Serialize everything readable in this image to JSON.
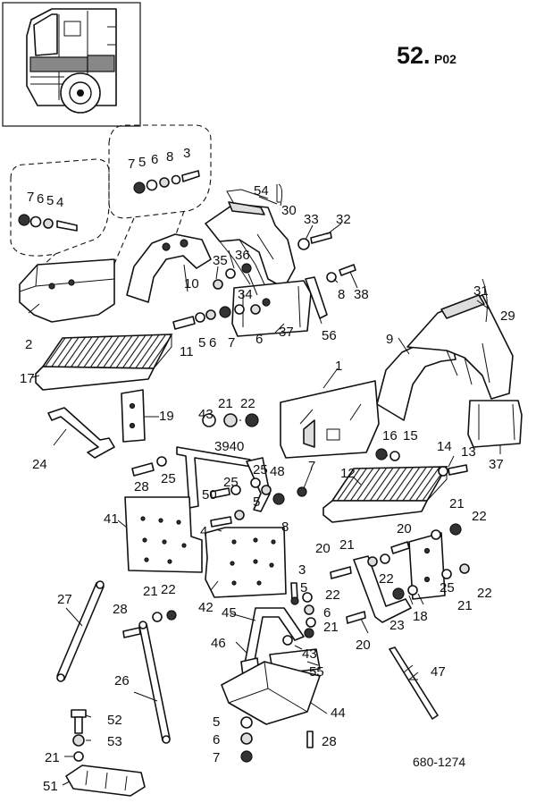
{
  "title": {
    "main": "52.",
    "sub": "P02"
  },
  "reference_number": "680-1274",
  "labels": [
    {
      "id": "l-7a",
      "text": "7"
    },
    {
      "id": "l-6a",
      "text": "6"
    },
    {
      "id": "l-5a",
      "text": "5"
    },
    {
      "id": "l-4a",
      "text": "4"
    },
    {
      "id": "l-7b",
      "text": "7"
    },
    {
      "id": "l-5b",
      "text": "5"
    },
    {
      "id": "l-6b",
      "text": "6"
    },
    {
      "id": "l-8a",
      "text": "8"
    },
    {
      "id": "l-3a",
      "text": "3"
    },
    {
      "id": "l-54",
      "text": "54"
    },
    {
      "id": "l-30",
      "text": "30"
    },
    {
      "id": "l-33",
      "text": "33"
    },
    {
      "id": "l-32",
      "text": "32"
    },
    {
      "id": "l-36",
      "text": "36"
    },
    {
      "id": "l-35",
      "text": "35"
    },
    {
      "id": "l-10",
      "text": "10"
    },
    {
      "id": "l-8b",
      "text": "8"
    },
    {
      "id": "l-38",
      "text": "38"
    },
    {
      "id": "l-34",
      "text": "34"
    },
    {
      "id": "l-56",
      "text": "56"
    },
    {
      "id": "l-37a",
      "text": "37"
    },
    {
      "id": "l-2",
      "text": "2"
    },
    {
      "id": "l-11",
      "text": "11"
    },
    {
      "id": "l-5c",
      "text": "5"
    },
    {
      "id": "l-6c",
      "text": "6"
    },
    {
      "id": "l-7c",
      "text": "7"
    },
    {
      "id": "l-6d",
      "text": "6"
    },
    {
      "id": "l-31",
      "text": "31"
    },
    {
      "id": "l-29",
      "text": "29"
    },
    {
      "id": "l-9",
      "text": "9"
    },
    {
      "id": "l-17",
      "text": "17"
    },
    {
      "id": "l-1",
      "text": "1"
    },
    {
      "id": "l-19",
      "text": "19"
    },
    {
      "id": "l-43a",
      "text": "43"
    },
    {
      "id": "l-21a",
      "text": "21"
    },
    {
      "id": "l-22a",
      "text": "22"
    },
    {
      "id": "l-24",
      "text": "24"
    },
    {
      "id": "l-3940",
      "text": "3940"
    },
    {
      "id": "l-7d",
      "text": "7"
    },
    {
      "id": "l-16",
      "text": "16"
    },
    {
      "id": "l-15",
      "text": "15"
    },
    {
      "id": "l-14",
      "text": "14"
    },
    {
      "id": "l-13",
      "text": "13"
    },
    {
      "id": "l-37b",
      "text": "37"
    },
    {
      "id": "l-28a",
      "text": "28"
    },
    {
      "id": "l-25a",
      "text": "25"
    },
    {
      "id": "l-25b",
      "text": "25"
    },
    {
      "id": "l-48",
      "text": "48"
    },
    {
      "id": "l-12",
      "text": "12"
    },
    {
      "id": "l-50",
      "text": "50"
    },
    {
      "id": "l-25c",
      "text": "25"
    },
    {
      "id": "l-5d",
      "text": "5"
    },
    {
      "id": "l-8c",
      "text": "8"
    },
    {
      "id": "l-41",
      "text": "41"
    },
    {
      "id": "l-4b",
      "text": "4"
    },
    {
      "id": "l-21b",
      "text": "21"
    },
    {
      "id": "l-22b",
      "text": "22"
    },
    {
      "id": "l-20a",
      "text": "20"
    },
    {
      "id": "l-21c",
      "text": "21"
    },
    {
      "id": "l-20b",
      "text": "20"
    },
    {
      "id": "l-3b",
      "text": "3"
    },
    {
      "id": "l-5e",
      "text": "5"
    },
    {
      "id": "l-22c",
      "text": "22"
    },
    {
      "id": "l-22d",
      "text": "22"
    },
    {
      "id": "l-25d",
      "text": "25"
    },
    {
      "id": "l-22e",
      "text": "22"
    },
    {
      "id": "l-21d",
      "text": "21"
    },
    {
      "id": "l-27",
      "text": "27"
    },
    {
      "id": "l-42",
      "text": "42"
    },
    {
      "id": "l-21e",
      "text": "21"
    },
    {
      "id": "l-22f",
      "text": "22"
    },
    {
      "id": "l-6e",
      "text": "6"
    },
    {
      "id": "l-28b",
      "text": "28"
    },
    {
      "id": "l-45",
      "text": "45"
    },
    {
      "id": "l-21f",
      "text": "21"
    },
    {
      "id": "l-23",
      "text": "23"
    },
    {
      "id": "l-18",
      "text": "18"
    },
    {
      "id": "l-20c",
      "text": "20"
    },
    {
      "id": "l-46",
      "text": "46"
    },
    {
      "id": "l-43b",
      "text": "43"
    },
    {
      "id": "l-55",
      "text": "55"
    },
    {
      "id": "l-47",
      "text": "47"
    },
    {
      "id": "l-26",
      "text": "26"
    },
    {
      "id": "l-44",
      "text": "44"
    },
    {
      "id": "l-52",
      "text": "52"
    },
    {
      "id": "l-5f",
      "text": "5"
    },
    {
      "id": "l-53",
      "text": "53"
    },
    {
      "id": "l-6f",
      "text": "6"
    },
    {
      "id": "l-28c",
      "text": "28"
    },
    {
      "id": "l-21g",
      "text": "21"
    },
    {
      "id": "l-7e",
      "text": "7"
    },
    {
      "id": "l-51",
      "text": "51"
    }
  ]
}
